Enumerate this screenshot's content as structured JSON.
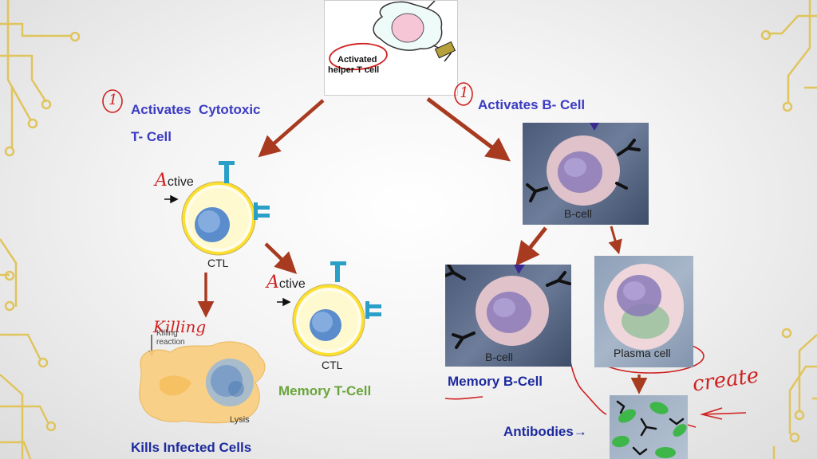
{
  "top_image": {
    "caption_line1": "Activated",
    "caption_line2": "helper T cell"
  },
  "left_branch": {
    "number": "1",
    "label_line1": "Activates  Cytotoxic",
    "label_line2": "T- Cell",
    "ctl_active_prefix": "A",
    "ctl_active_rest": "ctive",
    "ctl_caption": "CTL",
    "memory_active_prefix": "A",
    "memory_active_rest": "ctive",
    "memory_caption": "CTL",
    "memory_label": "Memory T-Cell",
    "killing_handwritten": "Killing",
    "killing_typed_1": "Killing",
    "killing_typed_2": "reaction",
    "lysis": "Lysis",
    "kills_label": "Kills Infected Cells"
  },
  "right_branch": {
    "number": "1",
    "label": "Activates B- Cell",
    "bcell_caption": "B-cell",
    "memory_bcell_caption": "B-cell",
    "memory_bcell_label": "Memory B-Cell",
    "plasma_caption": "Plasma cell",
    "create_handwritten": "create",
    "antibodies_label": "Antibodies→"
  },
  "colors": {
    "arrow": "#a83a20",
    "label_blue": "#3b3bc4",
    "label_green": "#6aa53a",
    "handwriting": "#d02020",
    "circuit": "#e0c45c"
  }
}
